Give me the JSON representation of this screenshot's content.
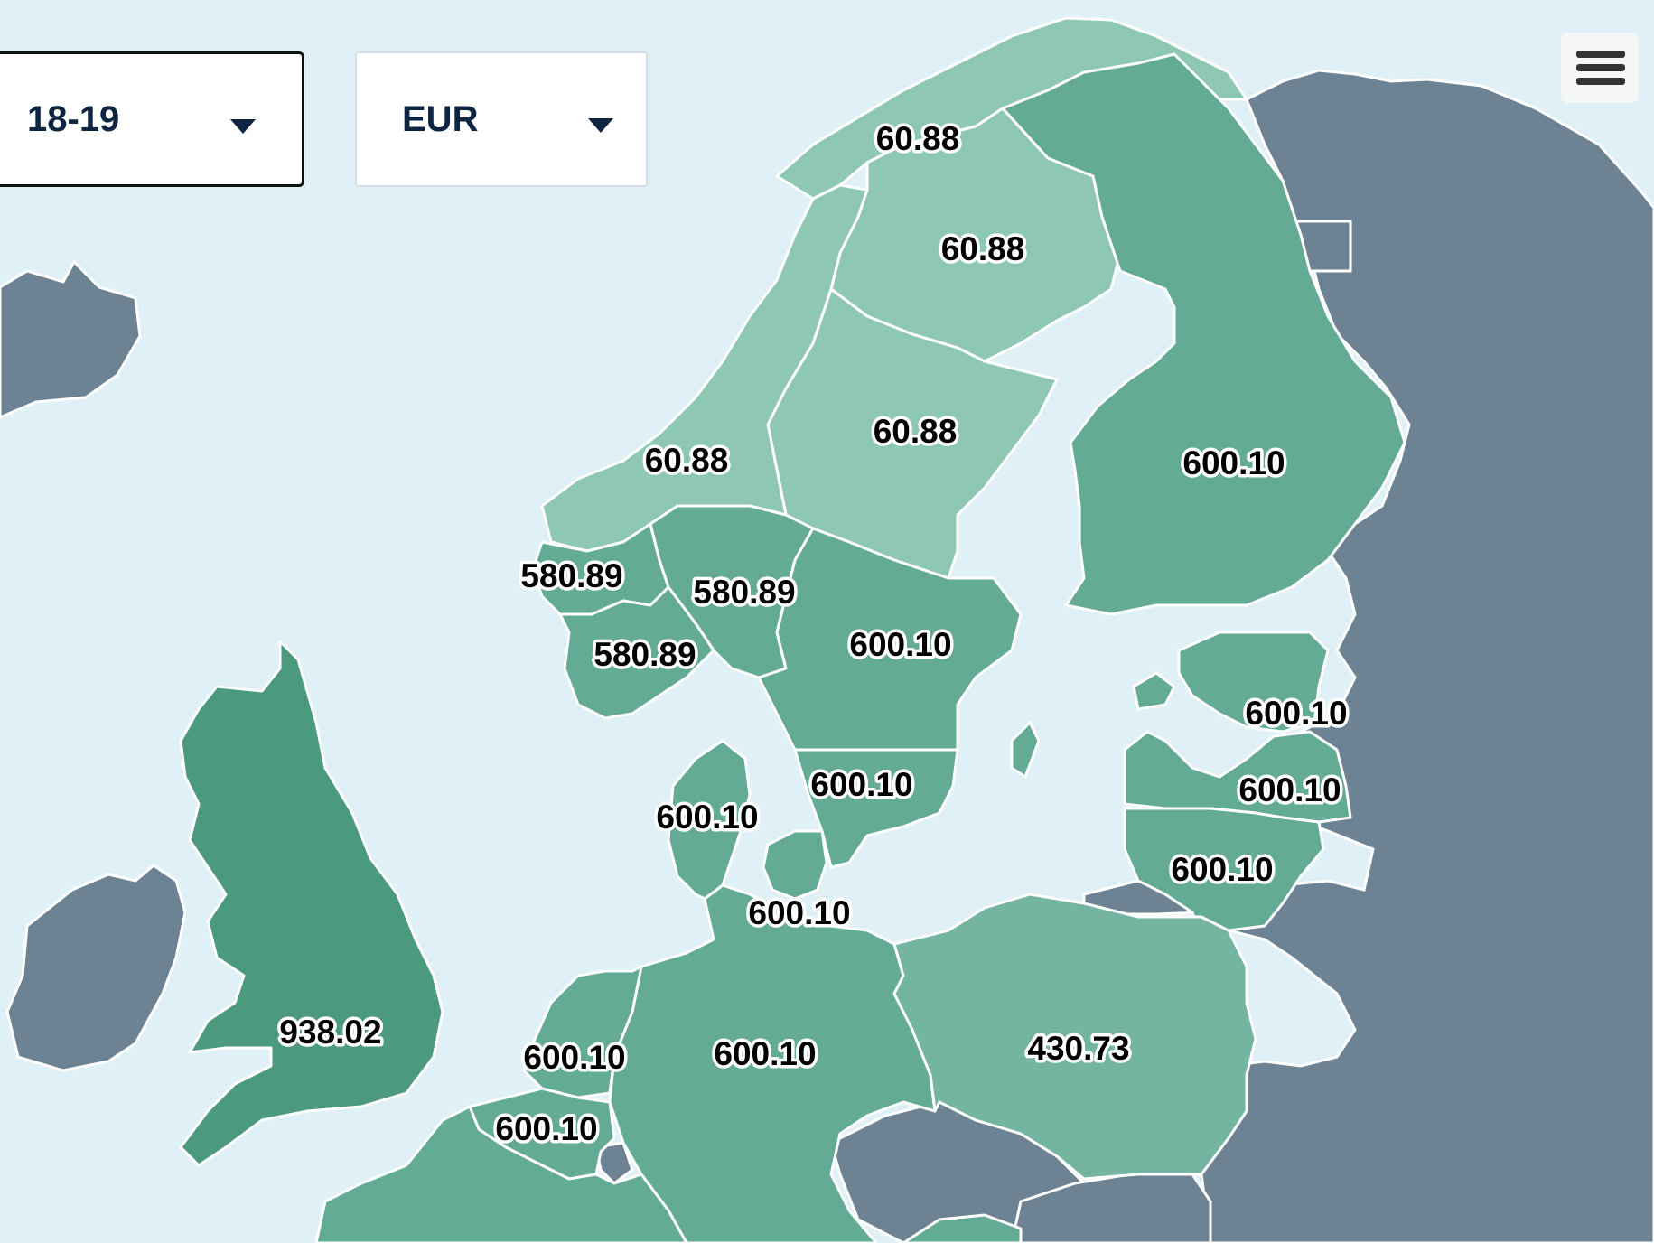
{
  "controls": {
    "age_group": {
      "selected": "18-19"
    },
    "currency": {
      "selected": "EUR"
    },
    "menu_icon": "hamburger-menu-icon"
  },
  "colors": {
    "sea": "#dff0f6",
    "no_data": "#6d8394",
    "value_low": "#8ec8b5",
    "value_mid": "#74b5a1",
    "value_high": "#63ab94",
    "value_top": "#4b9a80",
    "border": "#ffffff"
  },
  "regions": [
    {
      "name": "Norway North",
      "value": "60.88"
    },
    {
      "name": "Sweden North",
      "value": "60.88"
    },
    {
      "name": "Sweden Central North",
      "value": "60.88"
    },
    {
      "name": "Norway Central",
      "value": "60.88"
    },
    {
      "name": "Finland",
      "value": "600.10"
    },
    {
      "name": "Norway West",
      "value": "580.89"
    },
    {
      "name": "Norway East",
      "value": "580.89"
    },
    {
      "name": "Norway South",
      "value": "580.89"
    },
    {
      "name": "Sweden Central South",
      "value": "600.10"
    },
    {
      "name": "Sweden South",
      "value": "600.10"
    },
    {
      "name": "Estonia",
      "value": "600.10"
    },
    {
      "name": "Latvia",
      "value": "600.10"
    },
    {
      "name": "Lithuania",
      "value": "600.10"
    },
    {
      "name": "Denmark West",
      "value": "600.10"
    },
    {
      "name": "Denmark East",
      "value": "600.10"
    },
    {
      "name": "United Kingdom",
      "value": "938.02"
    },
    {
      "name": "Netherlands",
      "value": "600.10"
    },
    {
      "name": "Germany",
      "value": "600.10"
    },
    {
      "name": "Poland",
      "value": "430.73"
    },
    {
      "name": "Belgium",
      "value": "600.10"
    }
  ]
}
